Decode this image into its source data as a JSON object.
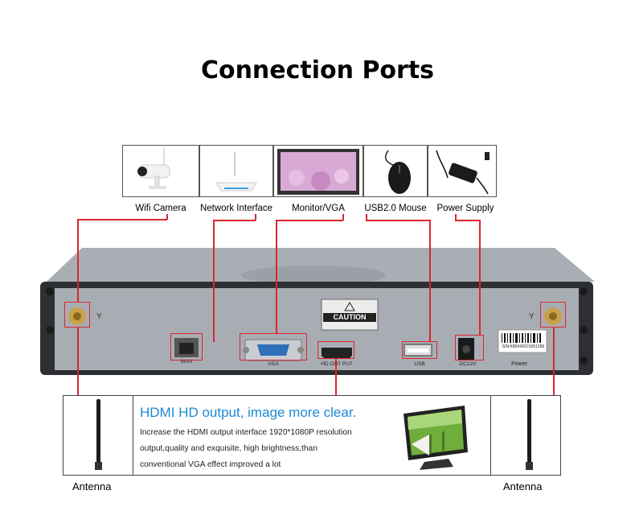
{
  "title": "Connection Ports",
  "devices": [
    {
      "label": "Wifi Camera"
    },
    {
      "label": "Network Interface"
    },
    {
      "label": "Monitor/VGA"
    },
    {
      "label": "USB2.0 Mouse"
    },
    {
      "label": "Power Supply"
    }
  ],
  "nvr": {
    "caution": "CAUTION",
    "ports": {
      "wan": "WAN",
      "vga": "VGA",
      "hdmi": "HD OUT PUT",
      "usb": "USB",
      "dc": "DC12V",
      "power": "Power"
    },
    "serial": "S/N:K8504201S051286"
  },
  "hdmi_info": {
    "heading": "HDMI HD output, image more clear.",
    "lines": [
      "Increase the HDMI output interface 1920*1080P resolution",
      "output,quality and exquisite, high brightness,than",
      "conventional VGA effect improved a lot"
    ]
  },
  "antenna_left": "Antenna",
  "antenna_right": "Antenna",
  "colors": {
    "accent_red": "#d9272e",
    "heading_blue": "#1e88d6",
    "panel": "#a8adb3"
  }
}
